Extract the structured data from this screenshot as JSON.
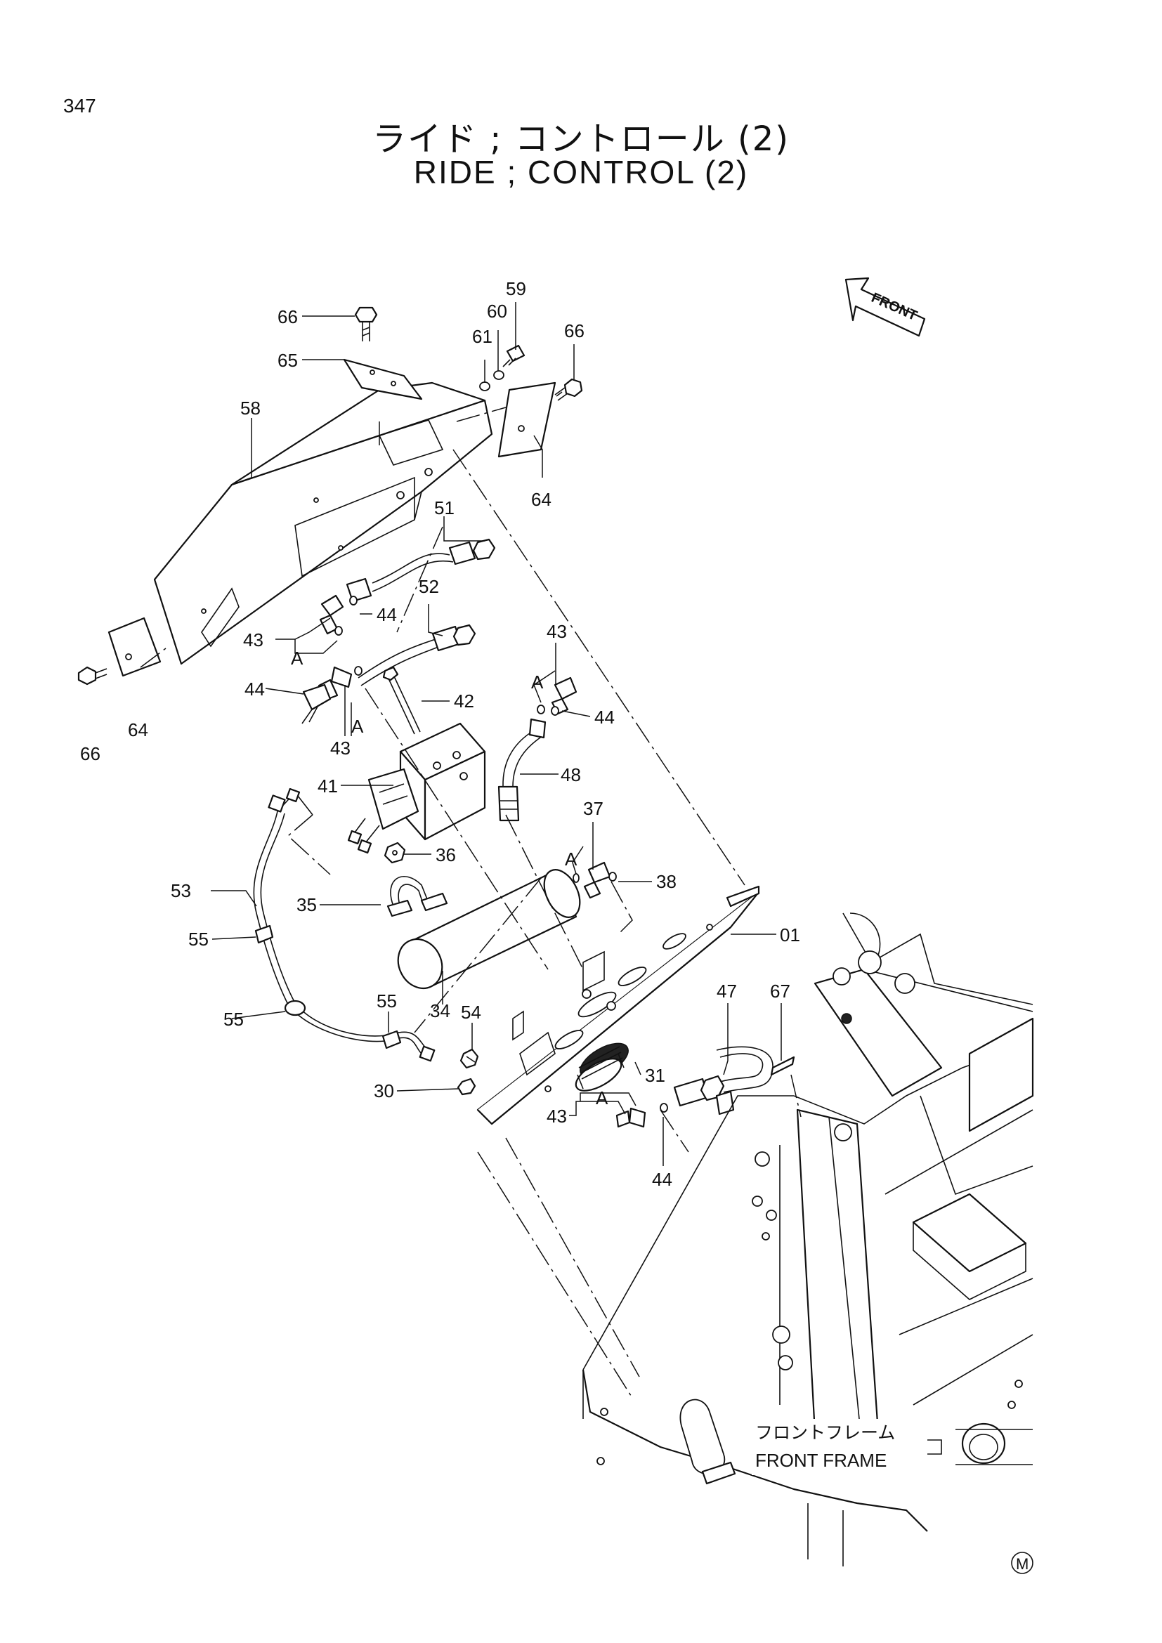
{
  "page": {
    "number": "347",
    "title_jp": "ライド ; コントロール (2)",
    "title_en": "RIDE ; CONTROL (2)"
  },
  "direction": {
    "label": "FRONT"
  },
  "frame": {
    "label_jp": "フロントフレーム",
    "label_en": "FRONT FRAME"
  },
  "mark": "M",
  "callouts": {
    "c66a": "66",
    "c65": "65",
    "c58": "58",
    "c61": "61",
    "c60": "60",
    "c59": "59",
    "c66b": "66",
    "c64a": "64",
    "c51": "51",
    "c44a": "44",
    "c52": "52",
    "c43a": "43",
    "cAa": "A",
    "c44b": "44",
    "c42": "42",
    "cAb": "A",
    "c43b": "43",
    "c43c": "43",
    "cAc": "A",
    "c44c": "44",
    "c66c": "66",
    "c64b": "64",
    "c41": "41",
    "c48": "48",
    "c37": "37",
    "cAd": "A",
    "c36": "36",
    "c38": "38",
    "c53": "53",
    "c35": "35",
    "c01": "01",
    "c55a": "55",
    "c55b": "55",
    "c55c": "55",
    "c34": "34",
    "c54": "54",
    "c67": "67",
    "c47": "47",
    "c31": "31",
    "c30": "30",
    "c43d": "43",
    "cAe": "A",
    "c44d": "44"
  }
}
